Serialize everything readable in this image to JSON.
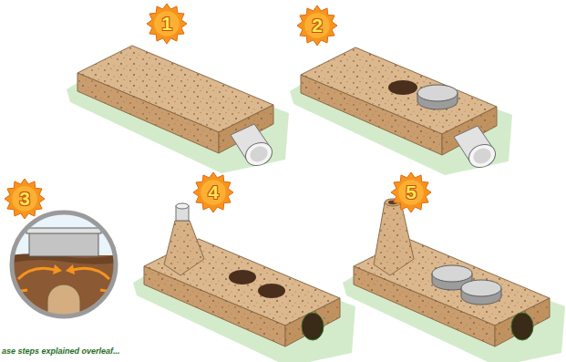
{
  "diagram": {
    "nodes": [
      {
        "text": [
          "1"
        ]
      },
      {
        "text": [
          "2"
        ]
      },
      {
        "text": [
          "3"
        ]
      },
      {
        "text": [
          "4"
        ]
      },
      {
        "text": [
          "5"
        ]
      }
    ],
    "labels": [
      "ase steps explained overleaf..."
    ]
  }
}
